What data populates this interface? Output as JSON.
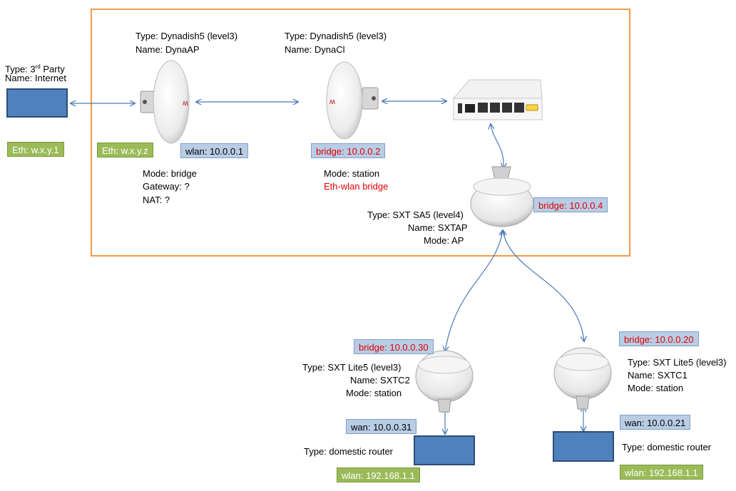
{
  "internet": {
    "type_line_prefix": "Type: 3",
    "type_line_sup": "rd",
    "type_line_suffix": " Party",
    "name_line": "Name: Internet",
    "eth_label": "Eth: w.x.y.1"
  },
  "dynaap": {
    "type_line": "Type: Dynadish5 (level3)",
    "name_line": "Name: DynaAP",
    "eth_label": "Eth: w.x.y.z",
    "wlan_label": "wlan: 10.0.0.1",
    "mode_line": "Mode: bridge",
    "gateway_line": "Gateway: ?",
    "nat_line": "NAT: ?"
  },
  "dynacl": {
    "type_line": "Type: Dynadish5 (level3)",
    "name_line": "Name: DynaCl",
    "bridge_label": "bridge: 10.0.0.2",
    "mode_line": "Mode: station",
    "note_line": "Eth-wlan bridge"
  },
  "sxtap": {
    "type_line": "Type:  SXT SA5 (level4)",
    "name_line": "Name: SXTAP",
    "mode_line": "Mode: AP",
    "bridge_label": "bridge: 10.0.0.4"
  },
  "sxtc2": {
    "bridge_label": "bridge: 10.0.0.30",
    "type_line": "Type:  SXT Lite5 (level3)",
    "name_line": "Name: SXTC2",
    "mode_line": "Mode: station",
    "wan_label": "wan: 10.0.0.31",
    "router_type": "Type: domestic router",
    "wlan_label": "wlan: 192.168.1.1"
  },
  "sxtc1": {
    "bridge_label": "bridge: 10.0.0.20",
    "type_line": "Type:  SXT Lite5 (level3)",
    "name_line": "Name: SXTC1",
    "mode_line": "Mode: station",
    "wan_label": "wan: 10.0.0.21",
    "router_type": "Type: domestic router",
    "wlan_label": "wlan: 192.168.1.1"
  },
  "colors": {
    "frame": "#f39a4b",
    "label_blue": "#b9cde5",
    "label_green": "#9bbb59",
    "box_blue": "#4f81bd",
    "red_text": "#e00000",
    "arrow": "#4a7ab8"
  }
}
